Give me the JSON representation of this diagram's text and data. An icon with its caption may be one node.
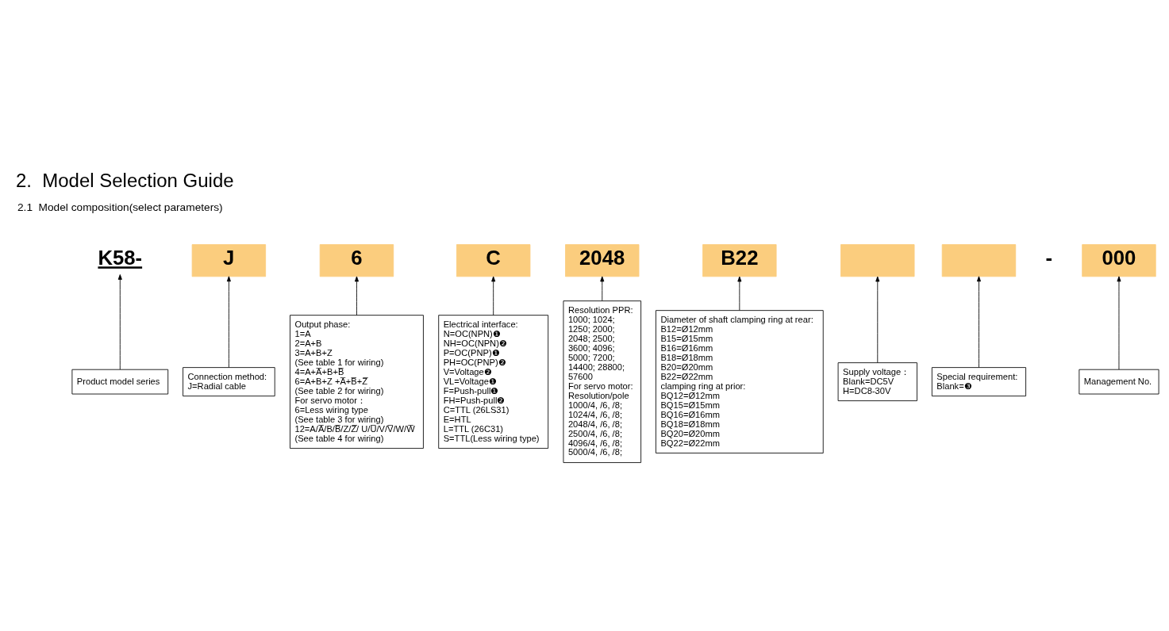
{
  "diagram": {
    "title": "2.  Model Selection Guide",
    "nodes": [
      {
        "text": [
          "K58-"
        ]
      },
      {
        "text": [
          "J"
        ]
      },
      {
        "text": [
          "6"
        ]
      },
      {
        "text": [
          "C"
        ]
      },
      {
        "text": [
          "2048"
        ]
      },
      {
        "text": [
          "B22"
        ]
      },
      {
        "text": [],
        "shape": "box"
      },
      {
        "text": [],
        "shape": "box"
      },
      {
        "text": [
          "000"
        ]
      },
      {
        "text": [
          "Product model series"
        ]
      },
      {
        "text": [
          "Connection method:",
          "J=Radial cable"
        ]
      },
      {
        "text": [
          "Output phase:",
          "1=A",
          "2=A+B",
          "3=A+B+Z",
          "(See table 1 for wiring)",
          "4=A+A̅+B+B̅",
          "6=A+B+Z +A̅+B̅+Z̅",
          "(See table 2 for wiring)",
          "For servo motor：",
          "6=Less wiring type",
          "(See table 3 for wiring)",
          "12=A/A̅/B/B̅/Z/Z̅/ U/U̅/V/V̅/W/W̅",
          "(See table 4 for wiring)"
        ]
      },
      {
        "text": [
          "Electrical interface:",
          "N=OC(NPN)❶",
          "NH=OC(NPN)❷",
          "P=OC(PNP)❶",
          "PH=OC(PNP)❷",
          "V=Voltage❷",
          "VL=Voltage❶",
          "F=Push-pull❶",
          "FH=Push-pull❷",
          "C=TTL (26LS31)",
          "E=HTL",
          "L=TTL (26C31)",
          "S=TTL(Less wiring type)"
        ]
      },
      {
        "text": [
          "Resolution PPR:",
          "1000; 1024;",
          "1250; 2000;",
          "2048; 2500;",
          "3600; 4096;",
          "5000; 7200;",
          "14400; 28800;",
          "57600",
          "For servo motor:",
          "Resolution/pole",
          "1000/4, /6, /8;",
          "1024/4, /6, /8;",
          "2048/4, /6, /8;",
          "2500/4, /6, /8;",
          "4096/4, /6, /8;",
          "5000/4, /6, /8;"
        ]
      },
      {
        "text": [
          "Diameter of shaft clamping ring at rear:",
          "B12=Ø12mm",
          "B15=Ø15mm",
          "B16=Ø16mm",
          "B18=Ø18mm",
          "B20=Ø20mm",
          "B22=Ø22mm",
          "clamping ring at prior:",
          "BQ12=Ø12mm",
          "BQ15=Ø15mm",
          "BQ16=Ø16mm",
          "BQ18=Ø18mm",
          "BQ20=Ø20mm",
          "BQ22=Ø22mm"
        ]
      },
      {
        "text": [
          "Supply voltage：",
          "Blank=DC5V",
          "H=DC8-30V"
        ]
      },
      {
        "text": [
          "Special requirement:",
          "Blank=❸"
        ]
      },
      {
        "text": [
          "Management No."
        ]
      }
    ],
    "edges": [
      {
        "from": 9,
        "to": 0,
        "arrow": "to"
      },
      {
        "from": 10,
        "to": 1,
        "arrow": "to"
      },
      {
        "from": 11,
        "to": 2,
        "arrow": "to"
      },
      {
        "from": 12,
        "to": 3,
        "arrow": "to"
      },
      {
        "from": 13,
        "to": 4,
        "arrow": "to"
      },
      {
        "from": 14,
        "to": 5,
        "arrow": "to"
      },
      {
        "from": 15,
        "to": 6,
        "arrow": "to"
      },
      {
        "from": 16,
        "to": 7,
        "arrow": "to"
      },
      {
        "from": 17,
        "to": 8,
        "arrow": "to"
      }
    ],
    "labels": [
      "2.1  Model composition(select parameters)",
      "-"
    ]
  }
}
